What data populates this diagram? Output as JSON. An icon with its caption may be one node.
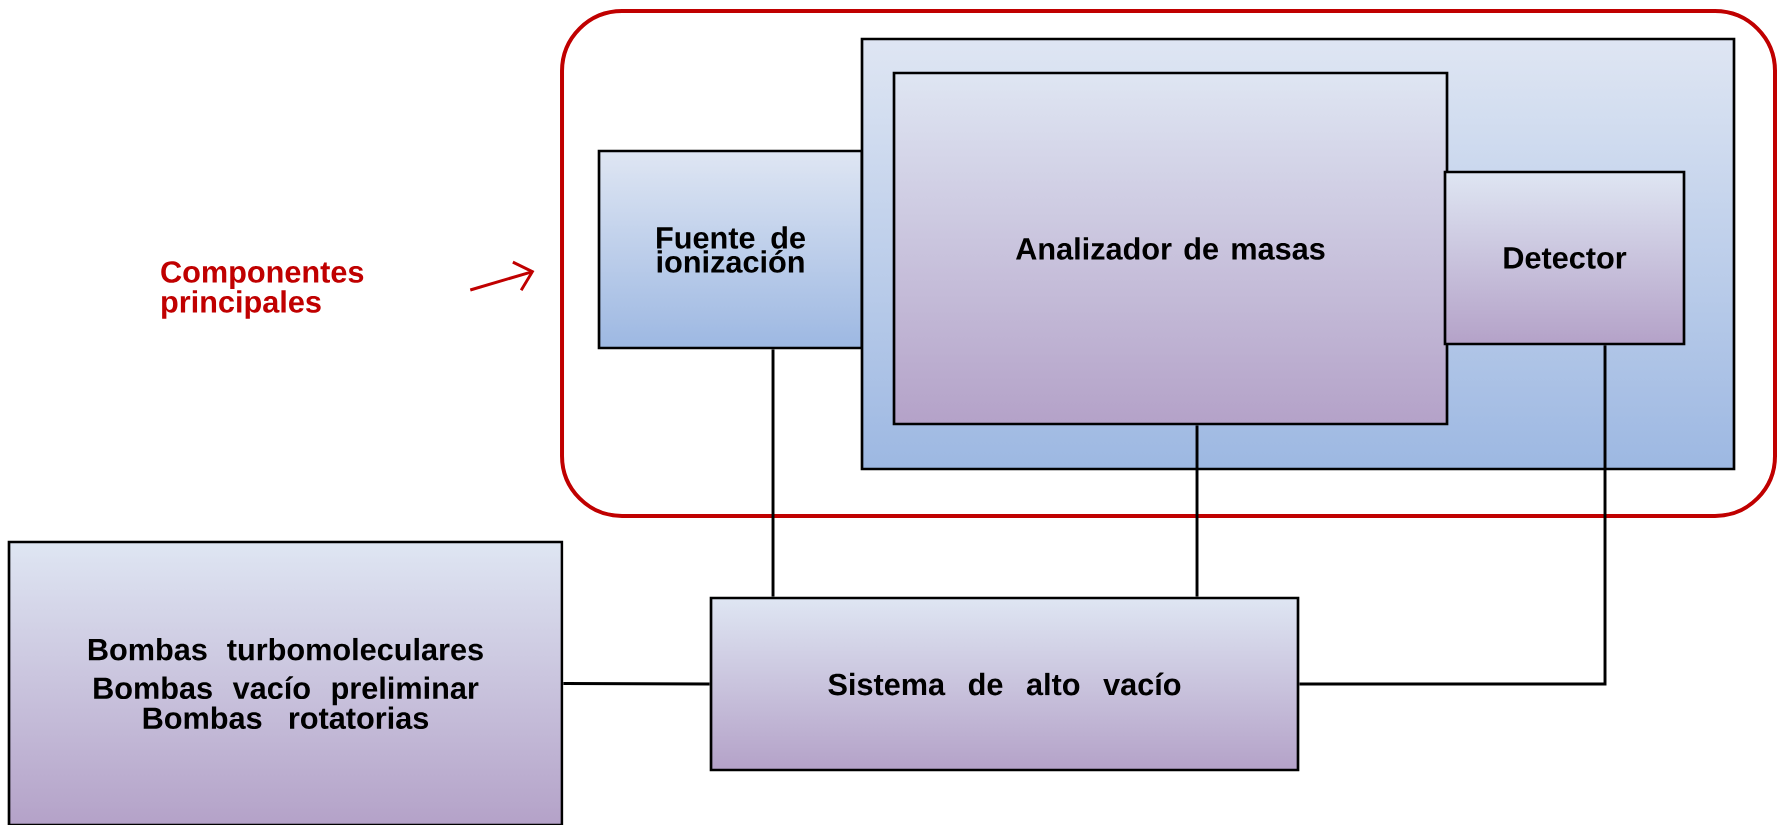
{
  "diagram": {
    "nodes": [
      {
        "text": [
          "Componentes principales"
        ]
      },
      {
        "text": [],
        "shape": "box"
      },
      {
        "text": [
          "Fuente de ionización"
        ],
        "in": 1
      },
      {
        "text": [],
        "shape": "box",
        "in": 1
      },
      {
        "text": [
          "Analizador de masas"
        ],
        "in": 3
      },
      {
        "text": [
          "Detector"
        ],
        "in": 3
      },
      {
        "text": [
          "Bombas turbomoleculares",
          "Bombas vacío preliminar",
          "Bombas rotatorias"
        ]
      },
      {
        "text": [
          "Sistema de alto vacío"
        ]
      }
    ],
    "edges": [
      {
        "from": 0,
        "to": 1,
        "arrow": "to",
        "color": "#c00000"
      },
      {
        "from": 2,
        "to": 7,
        "arrow": "none"
      },
      {
        "from": 4,
        "to": 7,
        "arrow": "none"
      },
      {
        "from": 5,
        "to": 7,
        "arrow": "none"
      },
      {
        "from": 6,
        "to": 7,
        "arrow": "none"
      }
    ]
  }
}
